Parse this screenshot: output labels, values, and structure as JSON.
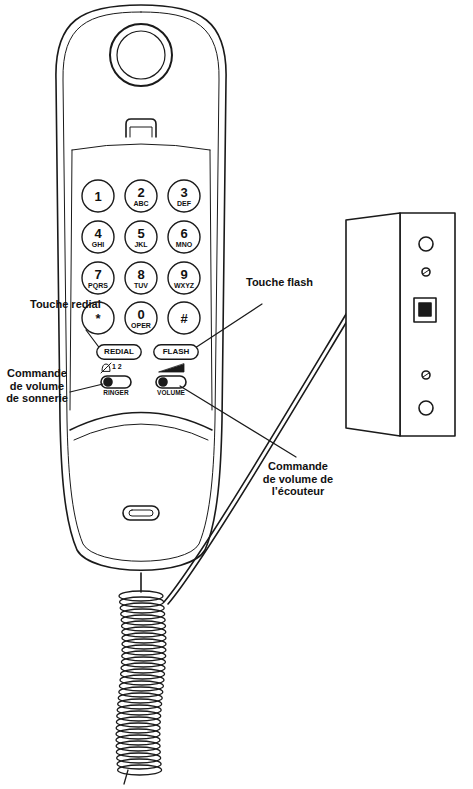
{
  "diagram": {
    "nodes": [
      {
        "text": [
          "1"
        ]
      },
      {
        "text": [
          "2",
          "ABC"
        ]
      },
      {
        "text": [
          "3",
          "DEF"
        ]
      },
      {
        "text": [
          "4",
          "GHI"
        ]
      },
      {
        "text": [
          "5",
          "JKL"
        ]
      },
      {
        "text": [
          "6",
          "MNO"
        ]
      },
      {
        "text": [
          "7",
          "PQRS"
        ]
      },
      {
        "text": [
          "8",
          "TUV"
        ]
      },
      {
        "text": [
          "9",
          "WXYZ"
        ]
      },
      {
        "text": [
          "*"
        ]
      },
      {
        "text": [
          "0",
          "OPER"
        ]
      },
      {
        "text": [
          "#"
        ]
      },
      {
        "text": [
          "REDIAL"
        ]
      },
      {
        "text": [
          "FLASH"
        ]
      }
    ],
    "labels": [
      "Touche flash",
      "Touche redial",
      "1 2",
      "Commande de volume de sonnerie",
      "RINGER",
      "VOLUME",
      "Commande de volume de l’écouteur"
    ]
  }
}
